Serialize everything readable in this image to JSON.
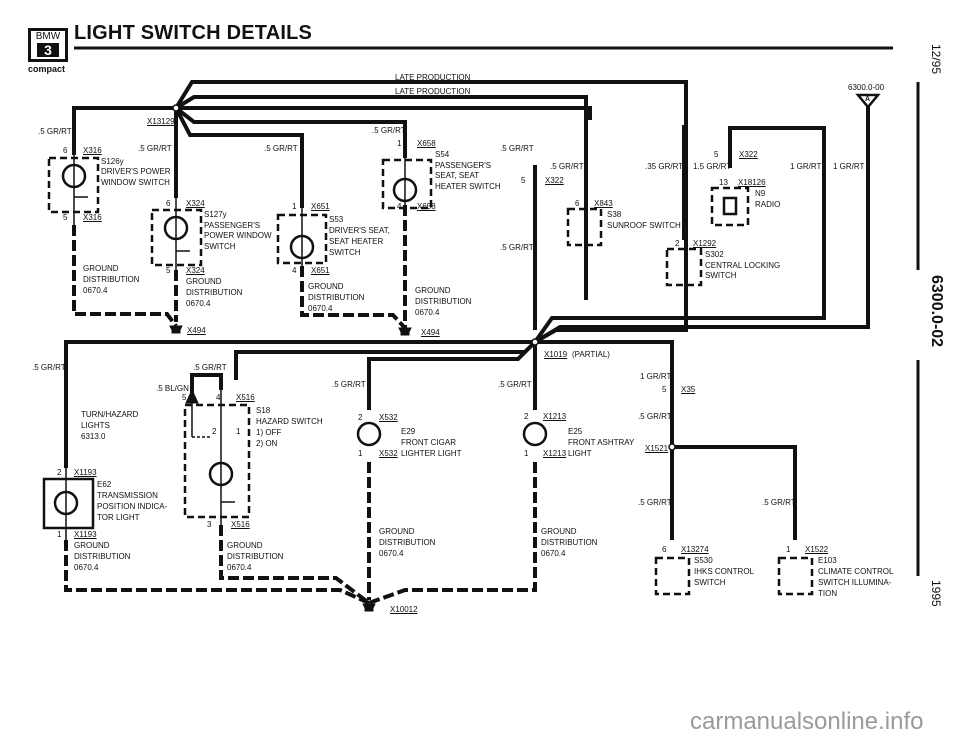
{
  "header": {
    "title": "LIGHT SWITCH DETAILS",
    "logo_brand": "BMW",
    "logo_series": "3",
    "logo_model": "compact"
  },
  "side": {
    "date": "12/95",
    "page_code": "6300.0-02",
    "year": "1995"
  },
  "reference": {
    "label": "6300.0-00",
    "marker": "A"
  },
  "watermark": "carmanualsonline.info",
  "wires": {
    "late_production_1": "LATE PRODUCTION",
    "late_production_2": "LATE PRODUCTION",
    "w_05grrt": ".5 GR/RT",
    "w_035grrt": ".35 GR/RT",
    "w_15grrt": "1.5 GR/RT",
    "w_1grrt": "1 GR/RT",
    "w_05blgn": ".5 BL/GN"
  },
  "splices": {
    "x13129": "X13129",
    "x1019": "X1019",
    "x1019_note": "(PARTIAL)",
    "x1521": "X1521"
  },
  "grounds": {
    "x494": "X494",
    "x10012": "X10012",
    "ground": "GROUND",
    "distribution": "DISTRIBUTION",
    "ref": "0670.4"
  },
  "components": {
    "s126y": {
      "id": "S126y",
      "line1": "DRIVER'S POWER",
      "line2": "WINDOW SWITCH",
      "conn": "X316",
      "pin_in": "6",
      "pin_out": "5"
    },
    "s127y": {
      "id": "S127y",
      "line1": "PASSENGER'S",
      "line2": "POWER WINDOW",
      "line3": "SWITCH",
      "conn": "X324",
      "pin_in": "6",
      "pin_out": "5"
    },
    "s53": {
      "id": "S53",
      "line1": "DRIVER'S SEAT,",
      "line2": "SEAT HEATER",
      "line3": "SWITCH",
      "conn": "X651",
      "pin_in": "1",
      "pin_out": "4"
    },
    "s54": {
      "id": "S54",
      "line1": "PASSENGER'S",
      "line2": "SEAT, SEAT",
      "line3": "HEATER SWITCH",
      "conn": "X658",
      "pin_in": "1",
      "pin_out": "4"
    },
    "x322": {
      "conn": "X322",
      "pin": "5"
    },
    "s38": {
      "id": "S38",
      "line1": "SUNROOF SWITCH",
      "conn": "X843",
      "pin": "6"
    },
    "s302": {
      "id": "S302",
      "line1": "CENTRAL LOCKING",
      "line2": "SWITCH",
      "conn": "X1292",
      "pin": "2"
    },
    "n9": {
      "id": "N9",
      "line1": "RADIO",
      "conn": "X18126",
      "pin": "13",
      "conn_top": "X322",
      "pin_top": "5"
    },
    "turn_hazard": {
      "line1": "TURN/HAZARD",
      "line2": "LIGHTS",
      "line3": "6313.0"
    },
    "s18": {
      "id": "S18",
      "line1": "HAZARD SWITCH",
      "line2": "1)  OFF",
      "line3": "2)  ON",
      "conn": "X516",
      "pin_a": "5",
      "pin_b": "4",
      "pin_out": "3",
      "pos1": "1",
      "pos2": "2"
    },
    "e62": {
      "id": "E62",
      "line1": "TRANSMISSION",
      "line2": "POSITION INDICA-",
      "line3": "TOR LIGHT",
      "conn": "X1193",
      "pin_in": "2",
      "pin_out": "1"
    },
    "e29": {
      "id": "E29",
      "line1": "FRONT CIGAR",
      "line2": "LIGHTER LIGHT",
      "conn": "X532",
      "pin_in": "2",
      "pin_out": "1"
    },
    "e25": {
      "id": "E25",
      "line1": "FRONT ASHTRAY",
      "line2": "LIGHT",
      "conn": "X1213",
      "pin_in": "2",
      "pin_out": "1"
    },
    "x35": {
      "conn": "X35",
      "pin": "5"
    },
    "s530": {
      "id": "S530",
      "line1": "IHKS CONTROL",
      "line2": "SWITCH",
      "conn": "X13274",
      "pin": "6"
    },
    "e103": {
      "id": "E103",
      "line1": "CLIMATE CONTROL",
      "line2": "SWITCH ILLUMINA-",
      "line3": "TION",
      "conn": "X1522",
      "pin": "1"
    }
  }
}
